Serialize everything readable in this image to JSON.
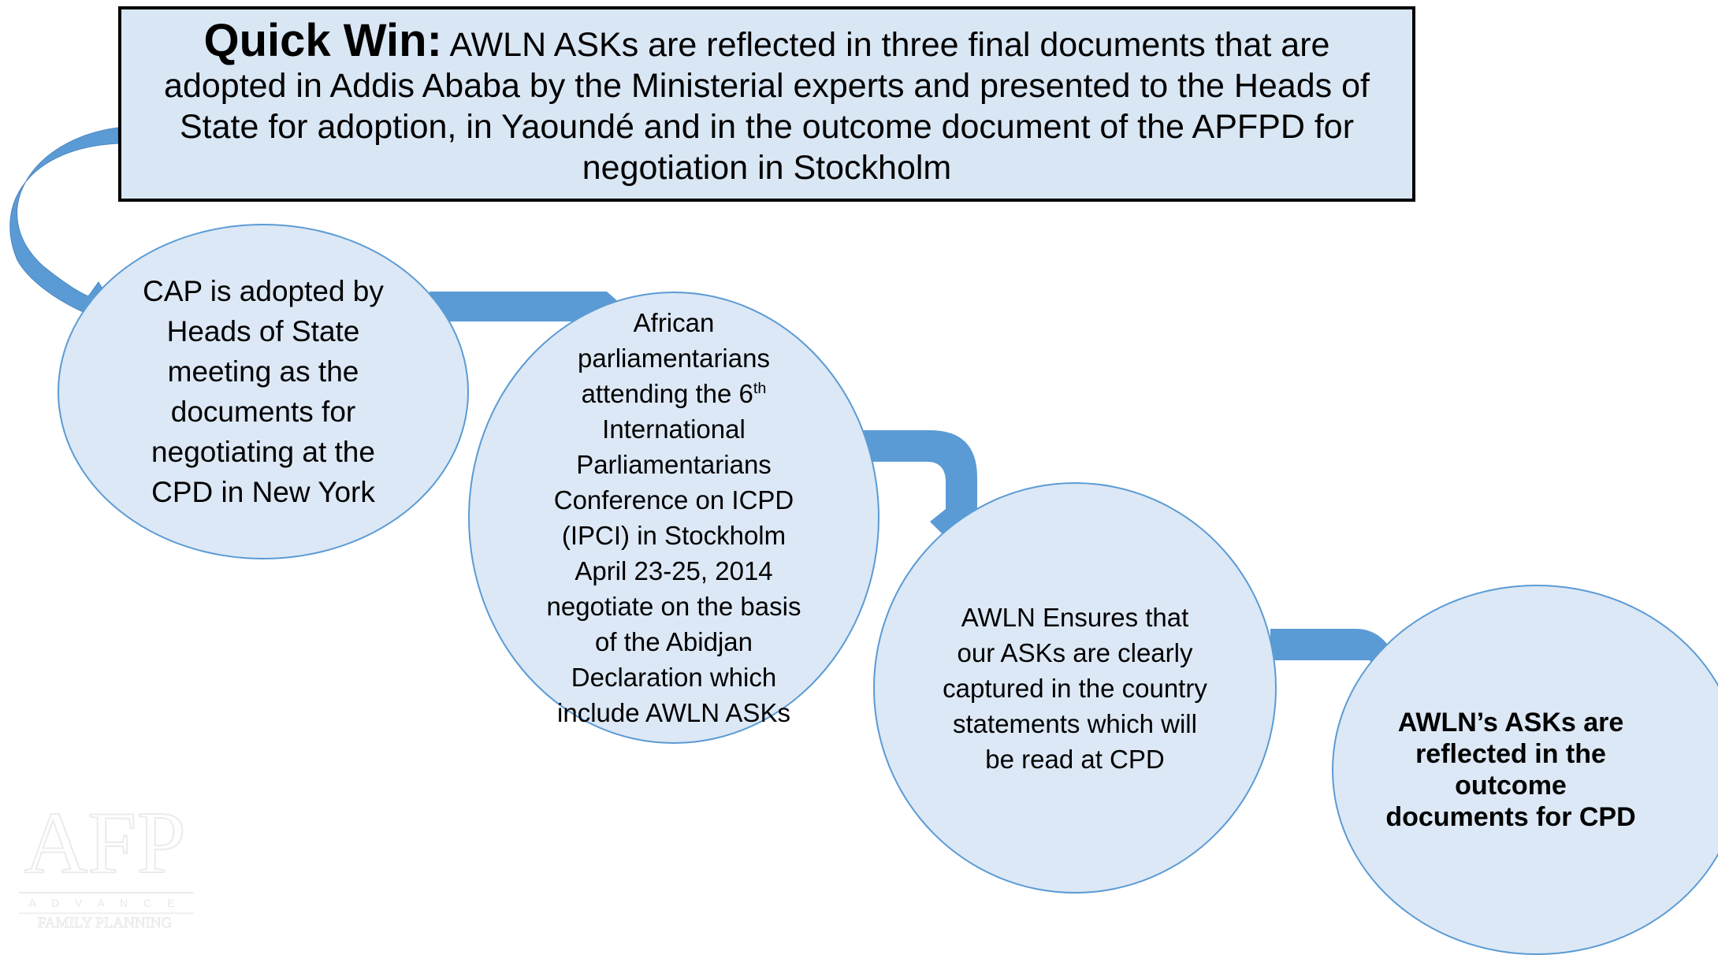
{
  "title": {
    "lead": "Quick Win:",
    "text": "AWLN ASKs are reflected in three final documents that are adopted in Addis Ababa by the Ministerial experts and presented to the Heads of State for adoption, in Yaoundé and in the outcome document of the APFPD for negotiation in Stockholm"
  },
  "steps": [
    {
      "text": "CAP is adopted by Heads of State meeting as the documents for negotiating at the CPD in New York"
    },
    {
      "text_before": "African parliamentarians attending the 6",
      "superscript": "th",
      "text_after": " International Parliamentarians Conference on ICPD (IPCI) in Stockholm April  23-25, 2014 negotiate on the basis of the Abidjan Declaration which include AWLN ASKs"
    },
    {
      "text": "AWLN Ensures that our ASKs are clearly captured in the country statements which will be read at CPD"
    },
    {
      "text": "AWLN’s ASKs are reflected in the outcome documents for CPD"
    }
  ],
  "logo": {
    "mark": "AFP",
    "line1": "A D V A N C E",
    "line2": "FAMILY PLANNING"
  },
  "colors": {
    "box_fill": "#d9e6f3",
    "node_fill": "#dce8f5",
    "node_border": "#5b9bd5",
    "arrow": "#5b9bd5"
  }
}
